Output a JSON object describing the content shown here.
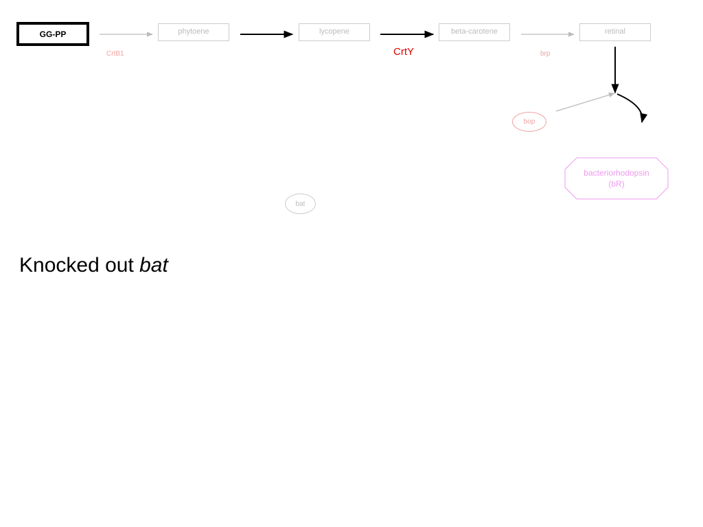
{
  "diagram": {
    "nodes": {
      "ggpp": "GG-PP",
      "phytoene": "phytoene",
      "lycopene": "lycopene",
      "beta_carotene": "beta-carotene",
      "retinal": "retinal",
      "bop": "bop",
      "bat": "bat",
      "bacteriorhodopsin_line1": "bacteriorhodopsin",
      "bacteriorhodopsin_line2": "(bR)"
    },
    "enzymes": {
      "crtb1": "CrtB1",
      "crty": "CrtY",
      "brp": "brp"
    },
    "caption": {
      "prefix": "Knocked out ",
      "gene": "bat"
    },
    "colors": {
      "active_arrow": "#000000",
      "faded_arrow": "#bbbbbb",
      "active_enzyme": "#e00000",
      "faded_enzyme": "#f0a0a0",
      "product": "#ee99ee"
    }
  }
}
